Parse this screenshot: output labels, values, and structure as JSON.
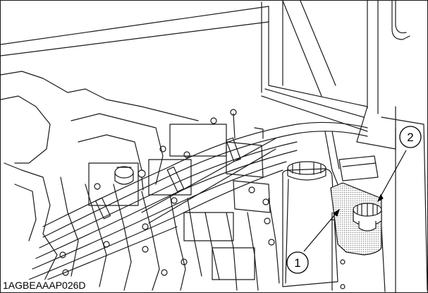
{
  "figure": {
    "code": "1AGBEAAAP026D",
    "callouts": [
      {
        "number": "1",
        "part": "tank"
      },
      {
        "number": "2",
        "part": "tank-cap"
      }
    ],
    "colors": {
      "line": "#1a1a1a",
      "hatch": "#8c8c8c",
      "background": "#ffffff"
    }
  }
}
